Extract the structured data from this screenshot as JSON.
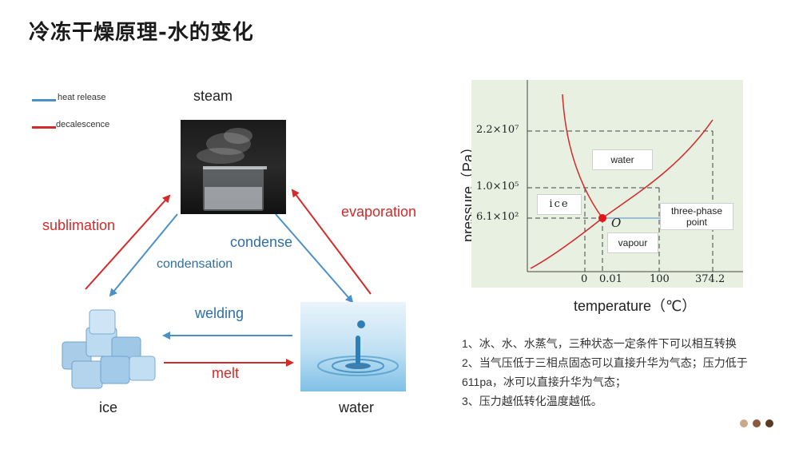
{
  "title": "冷冻干燥原理-水的变化",
  "legend": {
    "items": [
      {
        "label": "heat  release",
        "color": "#4a90c8"
      },
      {
        "label": "decalescence",
        "color": "#d42a2a"
      }
    ]
  },
  "cycle": {
    "nodes": {
      "steam": "steam",
      "ice": "ice",
      "water": "water"
    },
    "arrows": {
      "sublimation": "sublimation",
      "condensation": "condensation",
      "condense": "condense",
      "evaporation": "evaporation",
      "welding": "welding",
      "melt": "melt"
    },
    "colors": {
      "red": "#d42a2a",
      "blue": "#4a90c8"
    }
  },
  "phase_chart": {
    "ylabel": "pressure（Pa）",
    "xlabel": "temperature（℃）",
    "y_ticks": [
      "2.2×10⁷",
      "1.0×10⁵",
      "6.1×10²"
    ],
    "x_ticks": [
      "0",
      "0.01",
      "100",
      "374.2"
    ],
    "regions": {
      "water": "water",
      "ice": "ice",
      "vapour": "vapour",
      "triple_point": "three-phase point",
      "origin_label": "O"
    },
    "background": "#e8f0e2",
    "curve_color": "#d42a2a"
  },
  "notes": [
    "1、冰、水、水蒸气，三种状态一定条件下可以相互转换",
    "2、当气压低于三相点固态可以直接升华为气态；压力低于611pa，冰可以直接升华为气态；",
    "3、压力越低转化温度越低。"
  ],
  "pager": {
    "dots": [
      "#c9a98a",
      "#8a5a3a",
      "#5a3a22"
    ]
  }
}
